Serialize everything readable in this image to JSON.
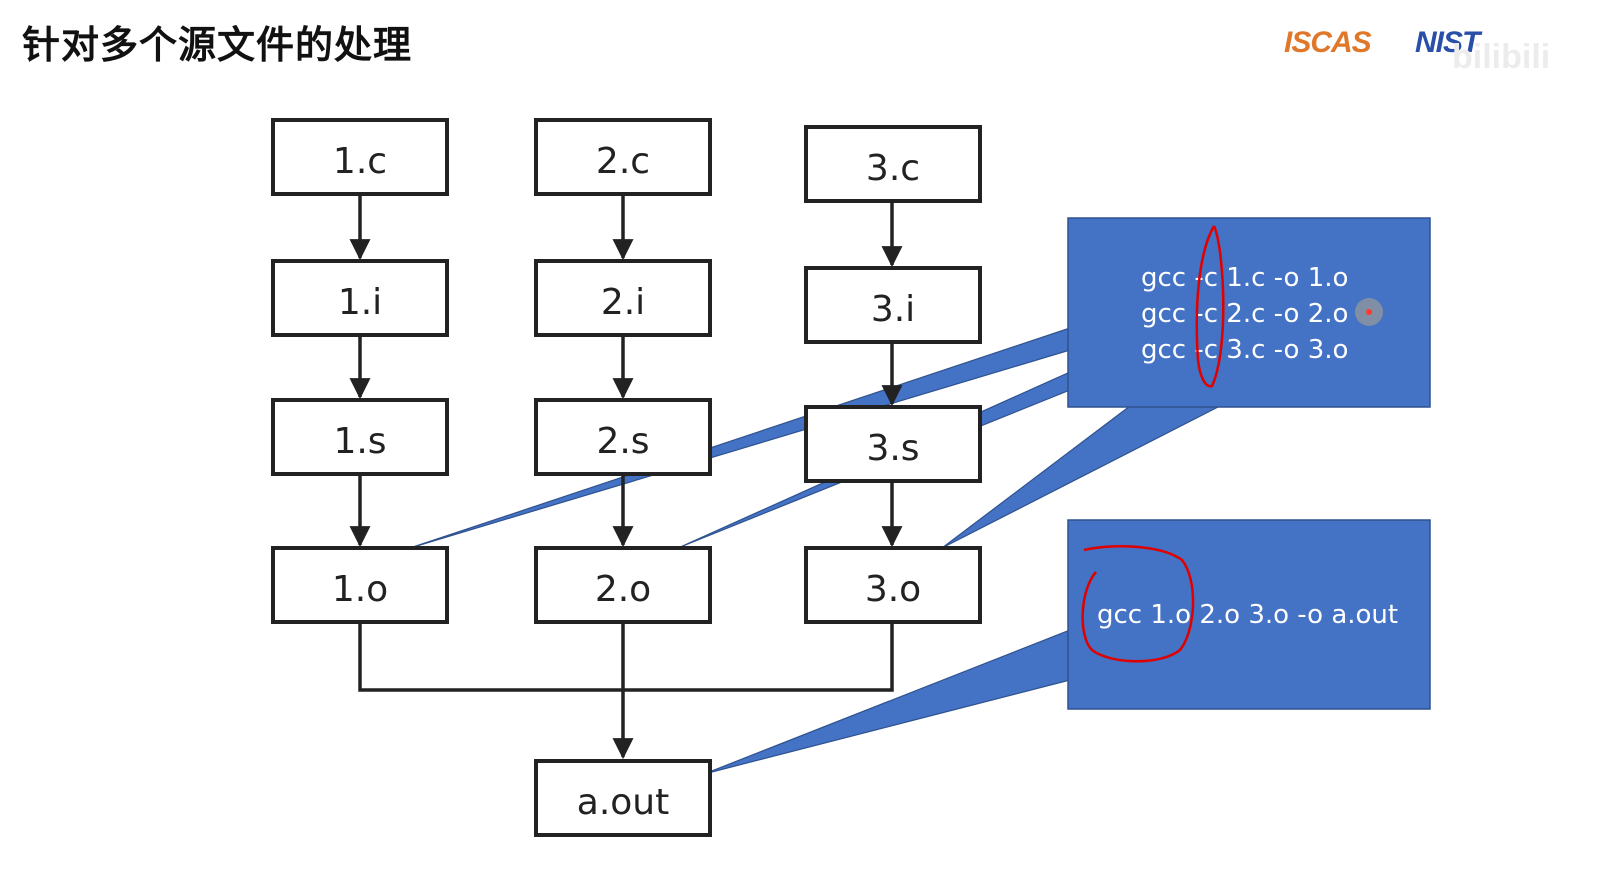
{
  "header": {
    "title": "针对多个源文件的处理",
    "logos": [
      "ISCAS",
      "NIST"
    ],
    "watermark": "bilibili"
  },
  "diagram": {
    "nodes": {
      "c1": "1.c",
      "c2": "2.c",
      "c3": "3.c",
      "i1": "1.i",
      "i2": "2.i",
      "i3": "3.i",
      "s1": "1.s",
      "s2": "2.s",
      "s3": "3.s",
      "o1": "1.o",
      "o2": "2.o",
      "o3": "3.o",
      "out": "a.out"
    },
    "edges": [
      [
        "1.c",
        "1.i"
      ],
      [
        "1.i",
        "1.s"
      ],
      [
        "1.s",
        "1.o"
      ],
      [
        "2.c",
        "2.i"
      ],
      [
        "2.i",
        "2.s"
      ],
      [
        "2.s",
        "2.o"
      ],
      [
        "3.c",
        "3.i"
      ],
      [
        "3.i",
        "3.s"
      ],
      [
        "3.s",
        "3.o"
      ],
      [
        "1.o",
        "a.out"
      ],
      [
        "2.o",
        "a.out"
      ],
      [
        "3.o",
        "a.out"
      ]
    ]
  },
  "callouts": {
    "compile": {
      "lines": [
        "gcc -c 1.c -o 1.o",
        "gcc -c 2.c -o 2.o",
        "gcc -c 3.c -o 3.o"
      ],
      "color": "#4472c4"
    },
    "link": {
      "line": "gcc 1.o 2.o 3.o -o a.out",
      "color": "#4472c4"
    }
  },
  "annotation_color": "#e00000"
}
